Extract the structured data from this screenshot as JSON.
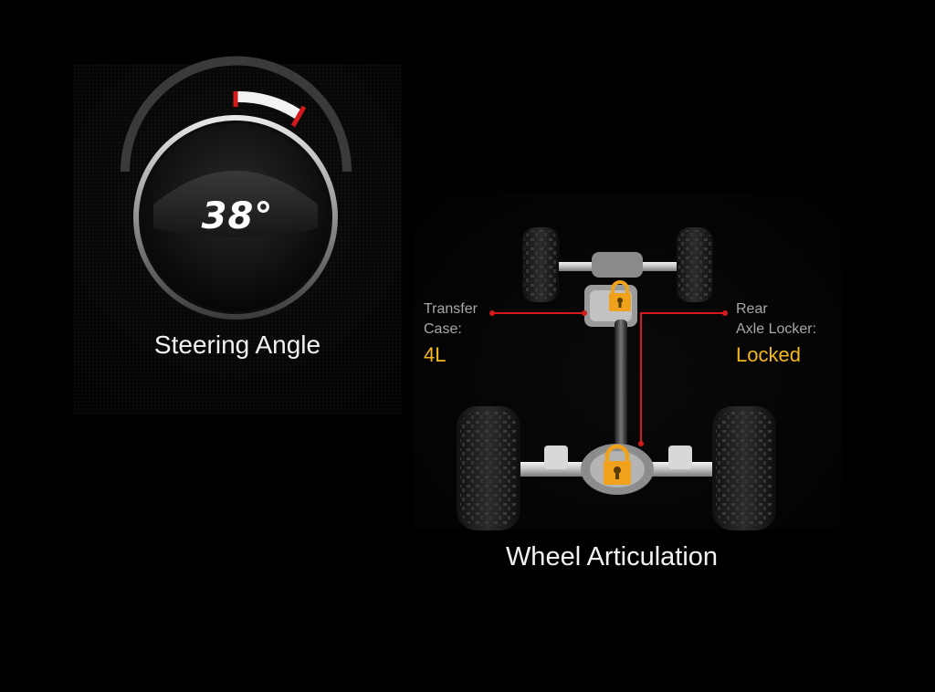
{
  "steering": {
    "angle_display": "38°",
    "label": "Steering Angle"
  },
  "drivetrain": {
    "transfer_case": {
      "title_line1": "Transfer",
      "title_line2": "Case:",
      "value": "4L"
    },
    "rear_locker": {
      "title_line1": "Rear",
      "title_line2": "Axle Locker:",
      "value": "Locked"
    },
    "label": "Wheel Articulation"
  },
  "colors": {
    "accent_red": "#d41a1a",
    "value_yellow": "#f2b81a",
    "lock_orange": "#f0a21c"
  },
  "icons": [
    "padlock-icon"
  ]
}
